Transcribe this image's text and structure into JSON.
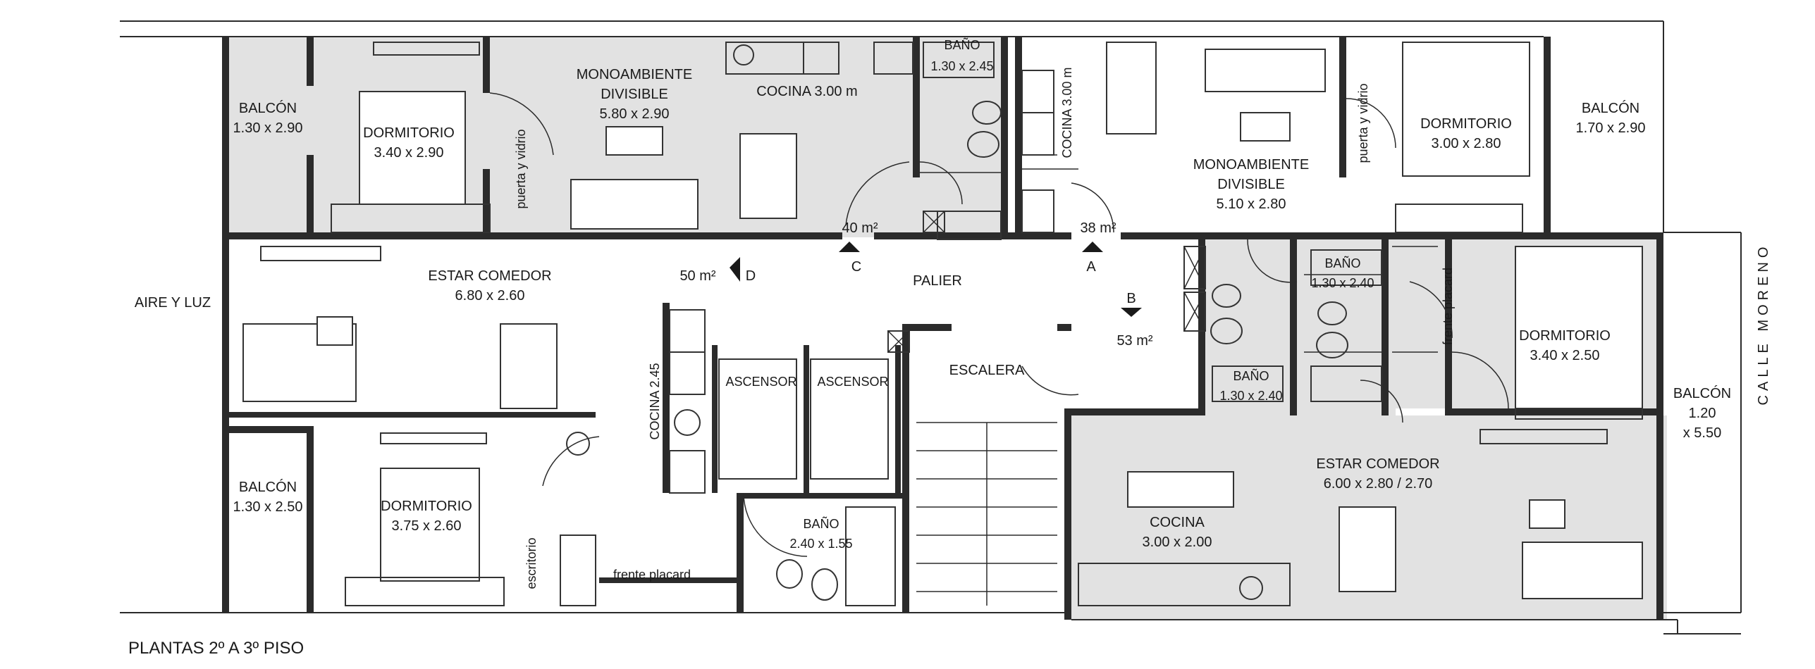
{
  "caption": "PLANTAS 2º A 3º PISO",
  "street": "CALLE MORENO",
  "air_light": "AIRE Y LUZ",
  "labels": {
    "balcon_tl_name": "BALCÓN",
    "balcon_tl_dim": "1.30 x 2.90",
    "dorm_tl_name": "DORMITORIO",
    "dorm_tl_dim": "3.40 x 2.90",
    "puerta_vidrio_1": "puerta y vidrio",
    "mono_1_name_a": "MONOAMBIENTE",
    "mono_1_name_b": "DIVISIBLE",
    "mono_1_dim": "5.80 x 2.90",
    "cocina_top": "COCINA 3.00 m",
    "bano_top_name": "BAÑO",
    "bano_top_dim": "1.30 x 2.45",
    "area_40": "40 m²",
    "cocina_v_300": "COCINA 3.00 m",
    "area_38": "38 m²",
    "mono_2_name_a": "MONOAMBIENTE",
    "mono_2_name_b": "DIVISIBLE",
    "mono_2_dim": "5.10 x 2.80",
    "puerta_vidrio_2": "puerta y vidrio",
    "dorm_tr_name": "DORMITORIO",
    "dorm_tr_dim": "3.00 x 2.80",
    "balcon_tr_name": "BALCÓN",
    "balcon_tr_dim": "1.70 x 2.90",
    "estar_l_name": "ESTAR COMEDOR",
    "estar_l_dim": "6.80 x 2.60",
    "area_50": "50 m²",
    "marker_d": "D",
    "marker_c": "C",
    "palier": "PALIER",
    "marker_a": "A",
    "marker_b": "B",
    "area_53": "53 m²",
    "bano_r1_name": "BAÑO",
    "bano_r1_dim": "1.30 x 2.40",
    "frente_placard_r": "frente placard",
    "dorm_r_name": "DORMITORIO",
    "dorm_r_dim": "3.40 x 2.50",
    "bano_r2_name": "BAÑO",
    "bano_r2_dim": "1.30 x 2.40",
    "cocina_v_245": "COCINA 2.45",
    "ascensor_1": "ASCENSOR",
    "ascensor_2": "ASCENSOR",
    "escalera": "ESCALERA",
    "balcon_r_name": "BALCÓN",
    "balcon_r_dim_a": "1.20",
    "balcon_r_dim_b": "x 5.50",
    "balcon_bl_name": "BALCÓN",
    "balcon_bl_dim": "1.30 x 2.50",
    "dorm_bl_name": "DORMITORIO",
    "dorm_bl_dim": "3.75 x 2.60",
    "escritorio": "escritorio",
    "frente_placard_l": "frente placard",
    "bano_bot_name": "BAÑO",
    "bano_bot_dim": "2.40 x 1.55",
    "estar_r_name": "ESTAR COMEDOR",
    "estar_r_dim": "6.00 x 2.80 / 2.70",
    "cocina_br_name": "COCINA",
    "cocina_br_dim": "3.00 x 2.00"
  }
}
